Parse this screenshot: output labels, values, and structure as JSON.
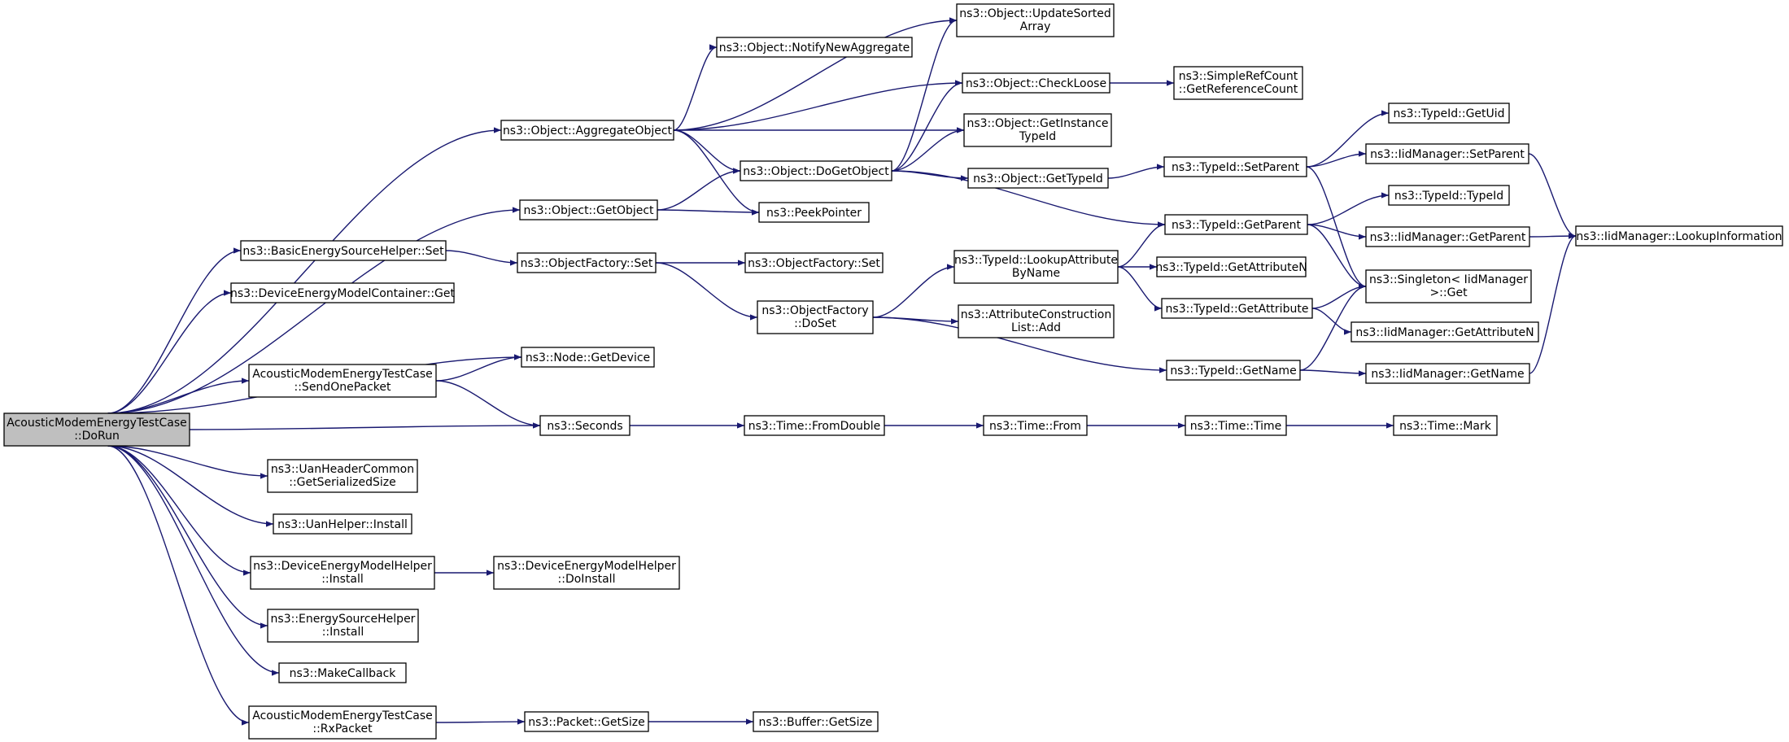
{
  "colors": {
    "edge": "#191970",
    "node_fill": "#ffffff",
    "root_fill": "#bfbfbf",
    "node_border": "#000000"
  },
  "nodes": [
    {
      "id": "root",
      "lines": [
        "AcousticModemEnergyTestCase",
        "::DoRun"
      ],
      "root": true
    },
    {
      "id": "aggregate",
      "lines": [
        "ns3::Object::AggregateObject"
      ]
    },
    {
      "id": "getobject",
      "lines": [
        "ns3::Object::GetObject"
      ]
    },
    {
      "id": "besh_set",
      "lines": [
        "ns3::BasicEnergySourceHelper::Set"
      ]
    },
    {
      "id": "demc_get",
      "lines": [
        "ns3::DeviceEnergyModelContainer::Get"
      ]
    },
    {
      "id": "sendone",
      "lines": [
        "AcousticModemEnergyTestCase",
        "::SendOnePacket"
      ]
    },
    {
      "id": "node_getdevice",
      "lines": [
        "ns3::Node::GetDevice"
      ]
    },
    {
      "id": "seconds",
      "lines": [
        "ns3::Seconds"
      ]
    },
    {
      "id": "uanheader",
      "lines": [
        "ns3::UanHeaderCommon",
        "::GetSerializedSize"
      ]
    },
    {
      "id": "uanhelper",
      "lines": [
        "ns3::UanHelper::Install"
      ]
    },
    {
      "id": "demh_install",
      "lines": [
        "ns3::DeviceEnergyModelHelper",
        "::Install"
      ]
    },
    {
      "id": "demh_doinstall",
      "lines": [
        "ns3::DeviceEnergyModelHelper",
        "::DoInstall"
      ]
    },
    {
      "id": "esh_install",
      "lines": [
        "ns3::EnergySourceHelper",
        "::Install"
      ]
    },
    {
      "id": "makecallback",
      "lines": [
        "ns3::MakeCallback"
      ]
    },
    {
      "id": "rxpacket",
      "lines": [
        "AcousticModemEnergyTestCase",
        "::RxPacket"
      ]
    },
    {
      "id": "packet_getsize",
      "lines": [
        "ns3::Packet::GetSize"
      ]
    },
    {
      "id": "buffer_getsize",
      "lines": [
        "ns3::Buffer::GetSize"
      ]
    },
    {
      "id": "updatesorted",
      "lines": [
        "ns3::Object::UpdateSorted",
        "Array"
      ]
    },
    {
      "id": "notifynew",
      "lines": [
        "ns3::Object::NotifyNewAggregate"
      ]
    },
    {
      "id": "checkloose",
      "lines": [
        "ns3::Object::CheckLoose"
      ]
    },
    {
      "id": "simplerefcount",
      "lines": [
        "ns3::SimpleRefCount",
        "::GetReferenceCount"
      ]
    },
    {
      "id": "getinstancetypeid",
      "lines": [
        "ns3::Object::GetInstance",
        "TypeId"
      ]
    },
    {
      "id": "dogetobject",
      "lines": [
        "ns3::Object::DoGetObject"
      ]
    },
    {
      "id": "peekpointer",
      "lines": [
        "ns3::PeekPointer"
      ]
    },
    {
      "id": "object_gettypeid",
      "lines": [
        "ns3::Object::GetTypeId"
      ]
    },
    {
      "id": "typeid_setparent",
      "lines": [
        "ns3::TypeId::SetParent"
      ]
    },
    {
      "id": "typeid_getuid",
      "lines": [
        "ns3::TypeId::GetUid"
      ]
    },
    {
      "id": "iid_setparent",
      "lines": [
        "ns3::IidManager::SetParent"
      ]
    },
    {
      "id": "typeid_getparent",
      "lines": [
        "ns3::TypeId::GetParent"
      ]
    },
    {
      "id": "typeid_typeid",
      "lines": [
        "ns3::TypeId::TypeId"
      ]
    },
    {
      "id": "iid_getparent",
      "lines": [
        "ns3::IidManager::GetParent"
      ]
    },
    {
      "id": "iid_lookupinfo",
      "lines": [
        "ns3::IidManager::LookupInformation"
      ]
    },
    {
      "id": "of_set",
      "lines": [
        "ns3::ObjectFactory::Set"
      ]
    },
    {
      "id": "of_set2",
      "lines": [
        "ns3::ObjectFactory::Set"
      ]
    },
    {
      "id": "of_doset",
      "lines": [
        "ns3::ObjectFactory",
        "::DoSet"
      ]
    },
    {
      "id": "lookupattr",
      "lines": [
        "ns3::TypeId::LookupAttribute",
        "ByName"
      ]
    },
    {
      "id": "getattrn",
      "lines": [
        "ns3::TypeId::GetAttributeN"
      ]
    },
    {
      "id": "singleton",
      "lines": [
        "ns3::Singleton< IidManager",
        " >::Get"
      ]
    },
    {
      "id": "attrconstr",
      "lines": [
        "ns3::AttributeConstruction",
        "List::Add"
      ]
    },
    {
      "id": "typeid_getattr",
      "lines": [
        "ns3::TypeId::GetAttribute"
      ]
    },
    {
      "id": "iid_getattrn",
      "lines": [
        "ns3::IidManager::GetAttributeN"
      ]
    },
    {
      "id": "typeid_getname",
      "lines": [
        "ns3::TypeId::GetName"
      ]
    },
    {
      "id": "iid_getname",
      "lines": [
        "ns3::IidManager::GetName"
      ]
    },
    {
      "id": "time_fromdouble",
      "lines": [
        "ns3::Time::FromDouble"
      ]
    },
    {
      "id": "time_from",
      "lines": [
        "ns3::Time::From"
      ]
    },
    {
      "id": "time_time",
      "lines": [
        "ns3::Time::Time"
      ]
    },
    {
      "id": "time_mark",
      "lines": [
        "ns3::Time::Mark"
      ]
    }
  ],
  "edges": [
    [
      "root",
      "aggregate"
    ],
    [
      "root",
      "getobject"
    ],
    [
      "root",
      "besh_set"
    ],
    [
      "root",
      "demc_get"
    ],
    [
      "root",
      "node_getdevice"
    ],
    [
      "root",
      "sendone"
    ],
    [
      "root",
      "seconds"
    ],
    [
      "root",
      "uanheader"
    ],
    [
      "root",
      "uanhelper"
    ],
    [
      "root",
      "demh_install"
    ],
    [
      "root",
      "esh_install"
    ],
    [
      "root",
      "makecallback"
    ],
    [
      "root",
      "rxpacket"
    ],
    [
      "aggregate",
      "updatesorted"
    ],
    [
      "aggregate",
      "notifynew"
    ],
    [
      "aggregate",
      "checkloose"
    ],
    [
      "aggregate",
      "getinstancetypeid"
    ],
    [
      "aggregate",
      "dogetobject"
    ],
    [
      "aggregate",
      "peekpointer"
    ],
    [
      "getobject",
      "dogetobject"
    ],
    [
      "getobject",
      "peekpointer"
    ],
    [
      "dogetobject",
      "updatesorted"
    ],
    [
      "dogetobject",
      "checkloose"
    ],
    [
      "dogetobject",
      "getinstancetypeid"
    ],
    [
      "dogetobject",
      "object_gettypeid"
    ],
    [
      "dogetobject",
      "typeid_getparent"
    ],
    [
      "checkloose",
      "simplerefcount"
    ],
    [
      "object_gettypeid",
      "typeid_setparent"
    ],
    [
      "typeid_setparent",
      "typeid_getuid"
    ],
    [
      "typeid_setparent",
      "iid_setparent"
    ],
    [
      "typeid_setparent",
      "singleton"
    ],
    [
      "iid_setparent",
      "iid_lookupinfo"
    ],
    [
      "typeid_getparent",
      "typeid_typeid"
    ],
    [
      "typeid_getparent",
      "iid_getparent"
    ],
    [
      "typeid_getparent",
      "singleton"
    ],
    [
      "iid_getparent",
      "iid_lookupinfo"
    ],
    [
      "besh_set",
      "of_set"
    ],
    [
      "of_set",
      "of_set2"
    ],
    [
      "of_set",
      "of_doset"
    ],
    [
      "of_doset",
      "lookupattr"
    ],
    [
      "of_doset",
      "attrconstr"
    ],
    [
      "of_doset",
      "typeid_getname"
    ],
    [
      "lookupattr",
      "typeid_getparent"
    ],
    [
      "lookupattr",
      "getattrn"
    ],
    [
      "lookupattr",
      "typeid_getattr"
    ],
    [
      "typeid_getattr",
      "singleton"
    ],
    [
      "typeid_getattr",
      "iid_getattrn"
    ],
    [
      "typeid_getname",
      "singleton"
    ],
    [
      "typeid_getname",
      "iid_getname"
    ],
    [
      "iid_getname",
      "iid_lookupinfo"
    ],
    [
      "sendone",
      "node_getdevice"
    ],
    [
      "sendone",
      "seconds"
    ],
    [
      "seconds",
      "time_fromdouble"
    ],
    [
      "time_fromdouble",
      "time_from"
    ],
    [
      "time_from",
      "time_time"
    ],
    [
      "time_time",
      "time_mark"
    ],
    [
      "demh_install",
      "demh_doinstall"
    ],
    [
      "rxpacket",
      "packet_getsize"
    ],
    [
      "packet_getsize",
      "buffer_getsize"
    ]
  ]
}
